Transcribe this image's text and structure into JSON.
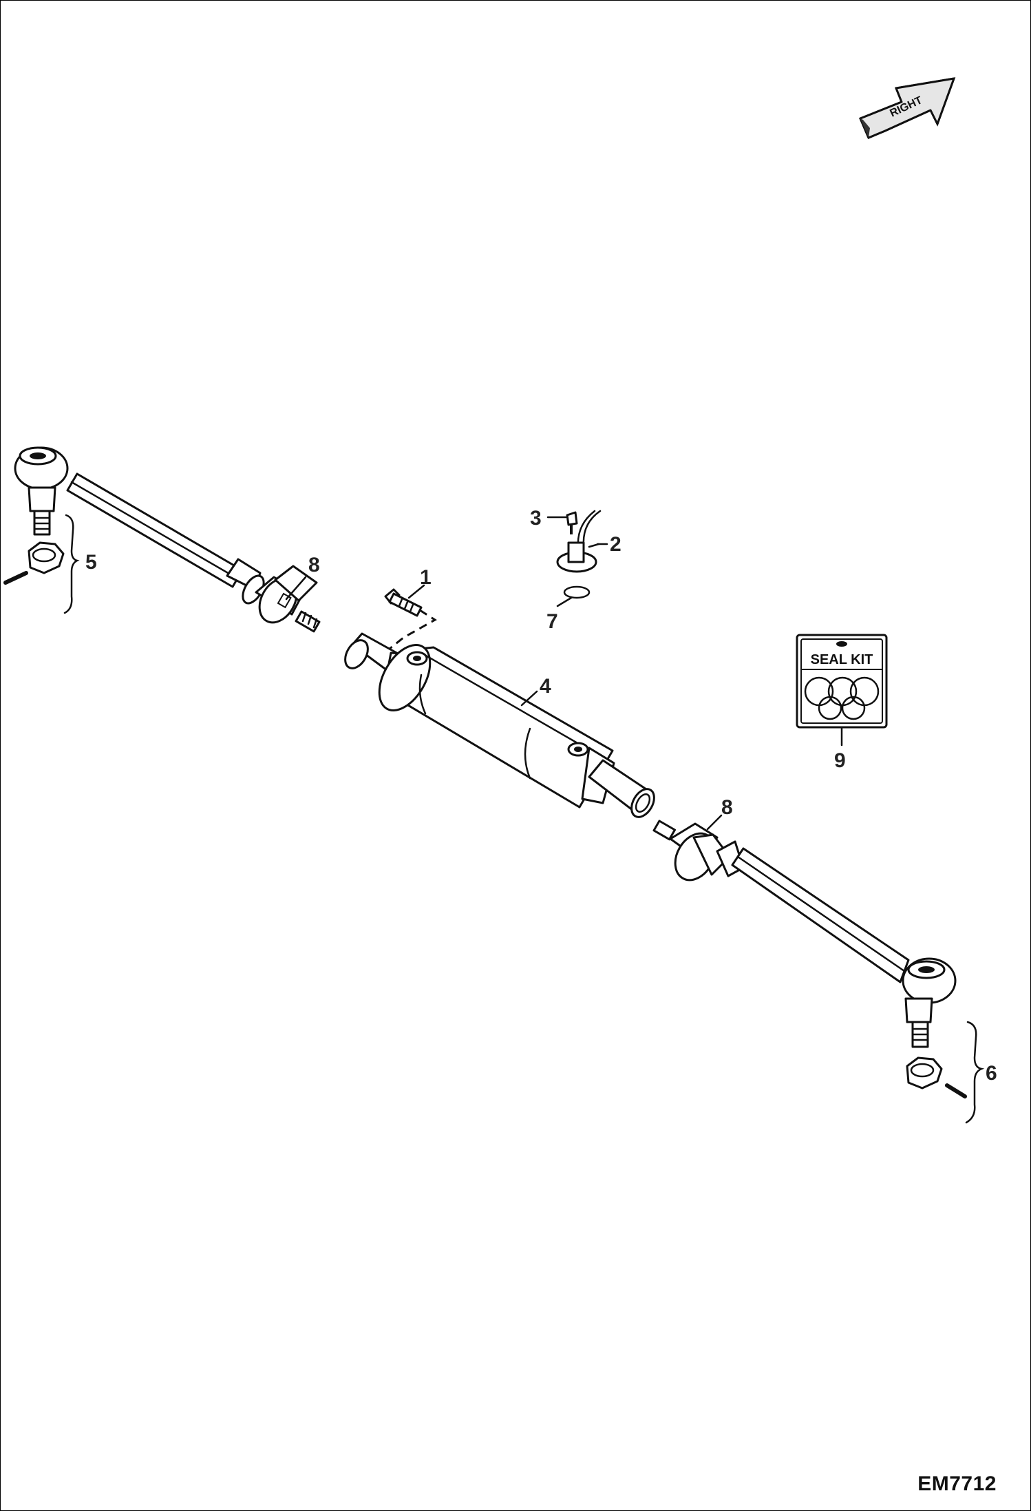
{
  "figure_id": "EM7712",
  "direction_arrow": {
    "label": "RIGHT",
    "icon": "direction-arrow-icon"
  },
  "seal_kit": {
    "label": "SEAL KIT",
    "icon": "o-rings-icon"
  },
  "callouts": [
    {
      "id": "1",
      "label": "1"
    },
    {
      "id": "2",
      "label": "2"
    },
    {
      "id": "3",
      "label": "3"
    },
    {
      "id": "4",
      "label": "4"
    },
    {
      "id": "5",
      "label": "5"
    },
    {
      "id": "6",
      "label": "6"
    },
    {
      "id": "7",
      "label": "7"
    },
    {
      "id": "8a",
      "label": "8"
    },
    {
      "id": "8b",
      "label": "8"
    },
    {
      "id": "9",
      "label": "9"
    }
  ],
  "parts": [
    {
      "callout": "1",
      "icon": "bolt-icon"
    },
    {
      "callout": "2",
      "icon": "hose-fitting-icon"
    },
    {
      "callout": "3",
      "icon": "bleed-screw-icon"
    },
    {
      "callout": "4",
      "icon": "steering-cylinder-icon"
    },
    {
      "callout": "5",
      "icon": "tie-rod-end-left-icon"
    },
    {
      "callout": "6",
      "icon": "tie-rod-end-right-icon"
    },
    {
      "callout": "7",
      "icon": "o-ring-icon"
    },
    {
      "callout": "8",
      "icon": "inner-tie-rod-icon"
    },
    {
      "callout": "9",
      "icon": "seal-kit-icon"
    }
  ]
}
